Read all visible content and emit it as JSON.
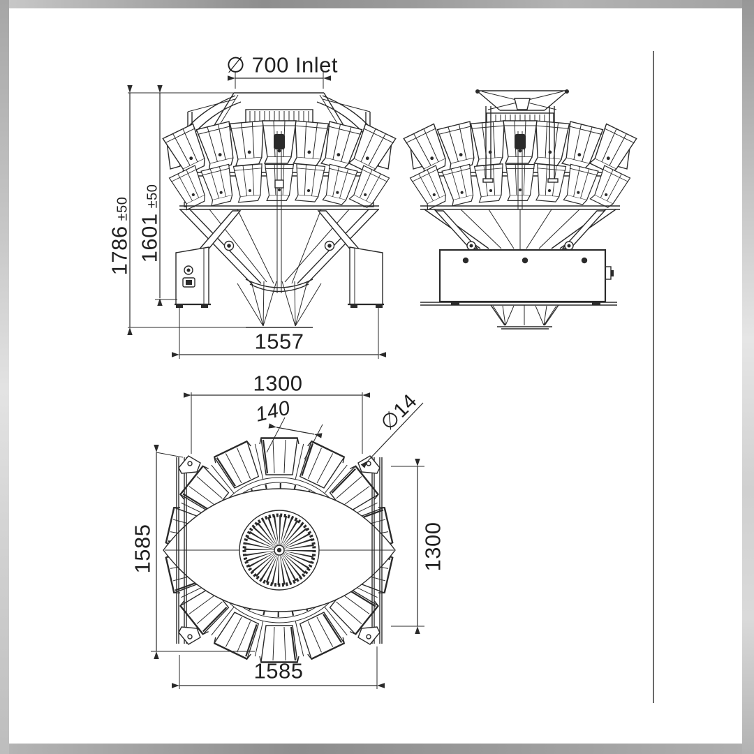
{
  "front": {
    "inlet_label": "∅ 700 Inlet",
    "overall_height": "1786",
    "overall_height_tol": "±50",
    "body_height": "1601",
    "body_height_tol": "±50",
    "overall_width": "1557"
  },
  "plan": {
    "top_width": "1300",
    "bucket_pitch": "140",
    "hole_diameter": "∅14",
    "left_depth": "1585",
    "right_depth": "1300",
    "bottom_width": "1585"
  },
  "appearance": {
    "paper_color": "#ffffff",
    "line_color": "#2a2a2a",
    "text_color": "#1f1f1f",
    "frame_gray": "#b9b9b9"
  }
}
